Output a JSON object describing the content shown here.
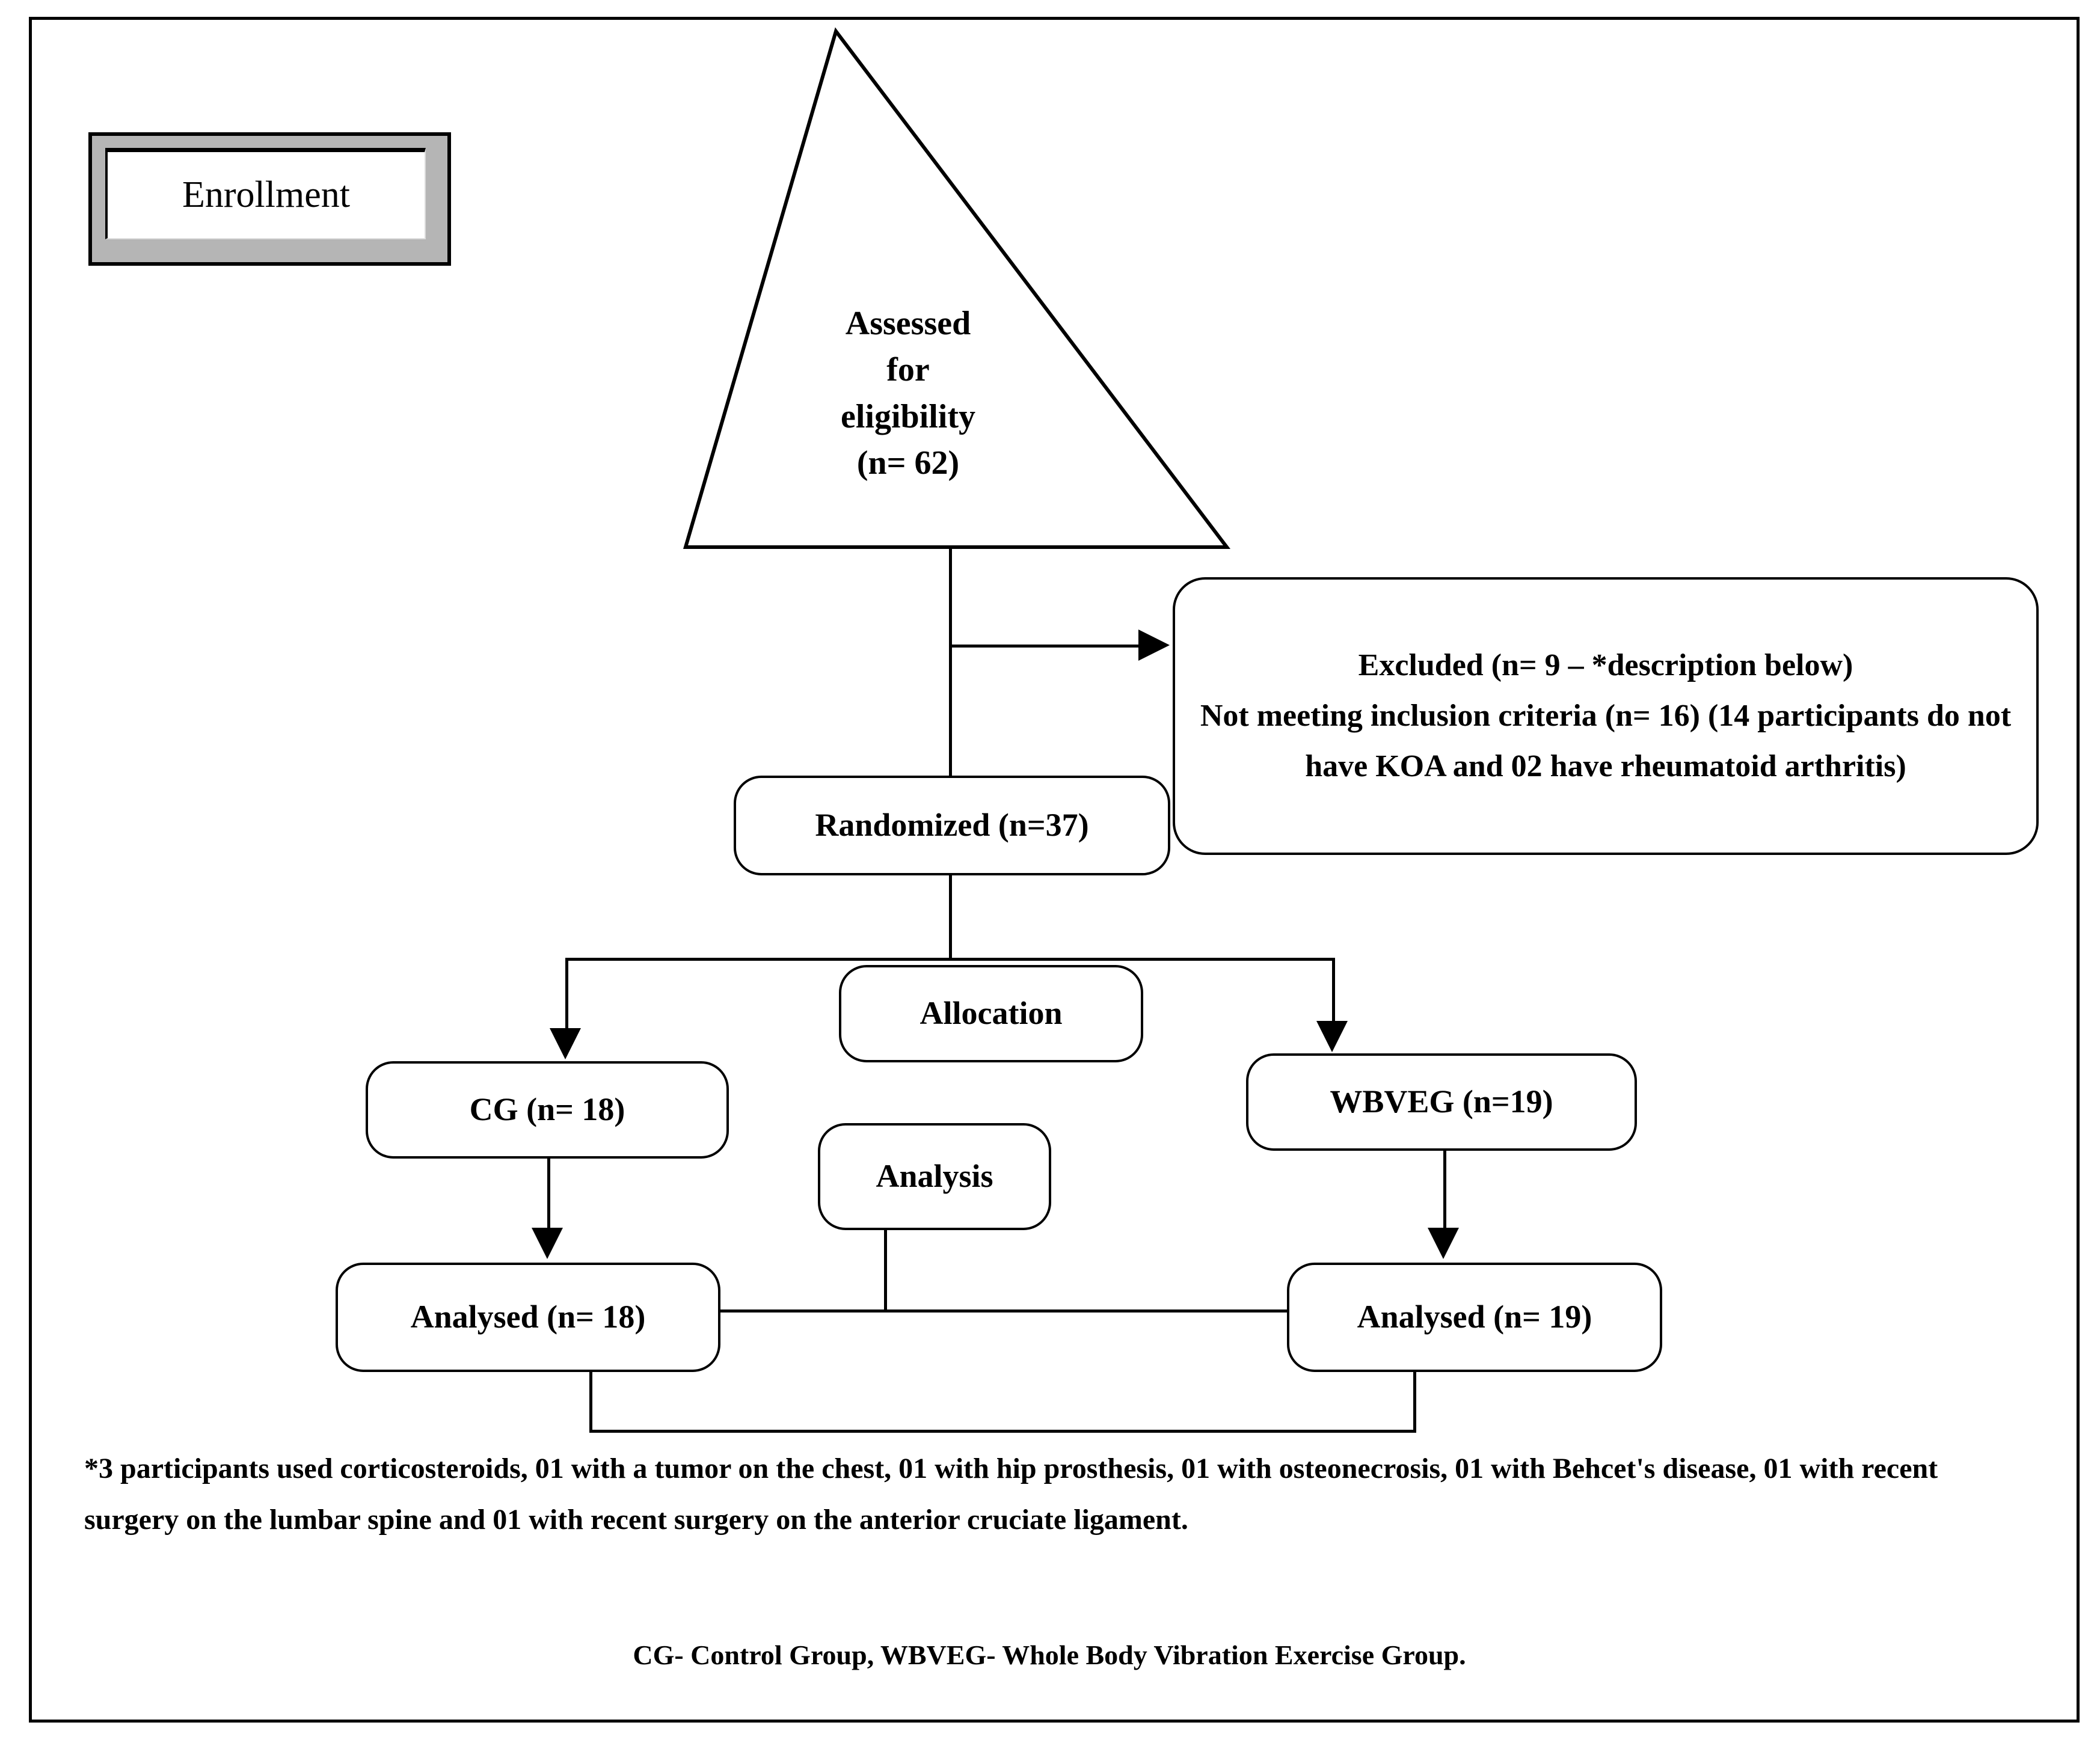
{
  "diagram": {
    "title": "CONSORT participant flow diagram",
    "stage_labels": {
      "enrollment": "Enrollment",
      "allocation": "Allocation",
      "analysis": "Analysis"
    },
    "nodes": {
      "assessed": {
        "lines": [
          "Assessed",
          "for",
          "eligibility",
          "(n= 62)"
        ],
        "shape": "triangle",
        "n": 62
      },
      "excluded": {
        "line1": "Excluded (n= 9 – *description below)",
        "line2": "Not meeting inclusion criteria (n= 16) (14 participants do not have KOA and 02 have rheumatoid arthritis)",
        "shape": "rounded-rect",
        "n_excluded": 9,
        "n_not_meeting": 16
      },
      "randomized": {
        "label": "Randomized (n=37)",
        "shape": "rounded-rect",
        "n": 37
      },
      "cg": {
        "label": "CG (n= 18)",
        "shape": "rounded-rect",
        "n": 18
      },
      "wbveg": {
        "label": "WBVEG (n=19)",
        "shape": "rounded-rect",
        "n": 19
      },
      "analysed_cg": {
        "label": "Analysed (n= 18)",
        "shape": "rounded-rect",
        "n": 18
      },
      "analysed_wbveg": {
        "label": "Analysed (n= 19)",
        "shape": "rounded-rect",
        "n": 19
      }
    },
    "footnote": "*3 participants used corticosteroids, 01 with a tumor on the chest, 01 with hip prosthesis, 01 with osteonecrosis, 01 with Behcet's disease, 01 with recent surgery on the lumbar spine and 01 with recent surgery on the anterior cruciate ligament.",
    "legend": "CG- Control Group, WBVEG- Whole Body Vibration Exercise Group.",
    "colors": {
      "ink": "#000000",
      "paper": "#ffffff",
      "bevel_shadow": "#b5b5b5"
    }
  }
}
